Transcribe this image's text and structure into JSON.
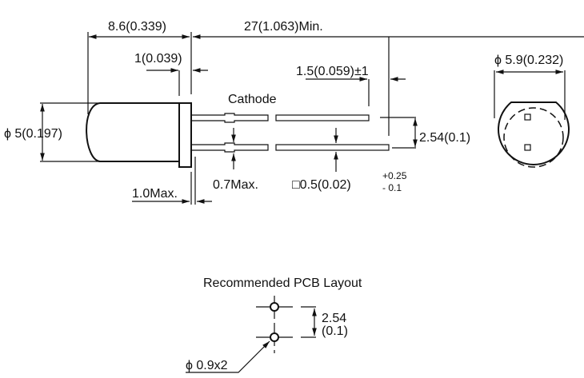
{
  "drawing": {
    "dim_overall_body": "8.6(0.339)",
    "dim_lead_length": "27(1.063)Min.",
    "dim_flange": "1(0.039)",
    "dim_lead_bend": "1.5(0.059)±1",
    "label_cathode": "Cathode",
    "dim_diameter": "ϕ 5(0.197)",
    "dim_lead_spacing": "2.54(0.1)",
    "dim_standoff": "1.0Max.",
    "dim_kink": "0.7Max.",
    "dim_lead_square": "□0.5(0.02)",
    "dim_lead_tol_plus": "+0.25",
    "dim_lead_tol_minus": "- 0.1",
    "dim_flange_diameter": "ϕ 5.9(0.232)"
  },
  "pcb": {
    "title": "Recommended PCB Layout",
    "spacing_mm": "2.54",
    "spacing_in": "(0.1)",
    "hole": "ϕ 0.9x2"
  }
}
